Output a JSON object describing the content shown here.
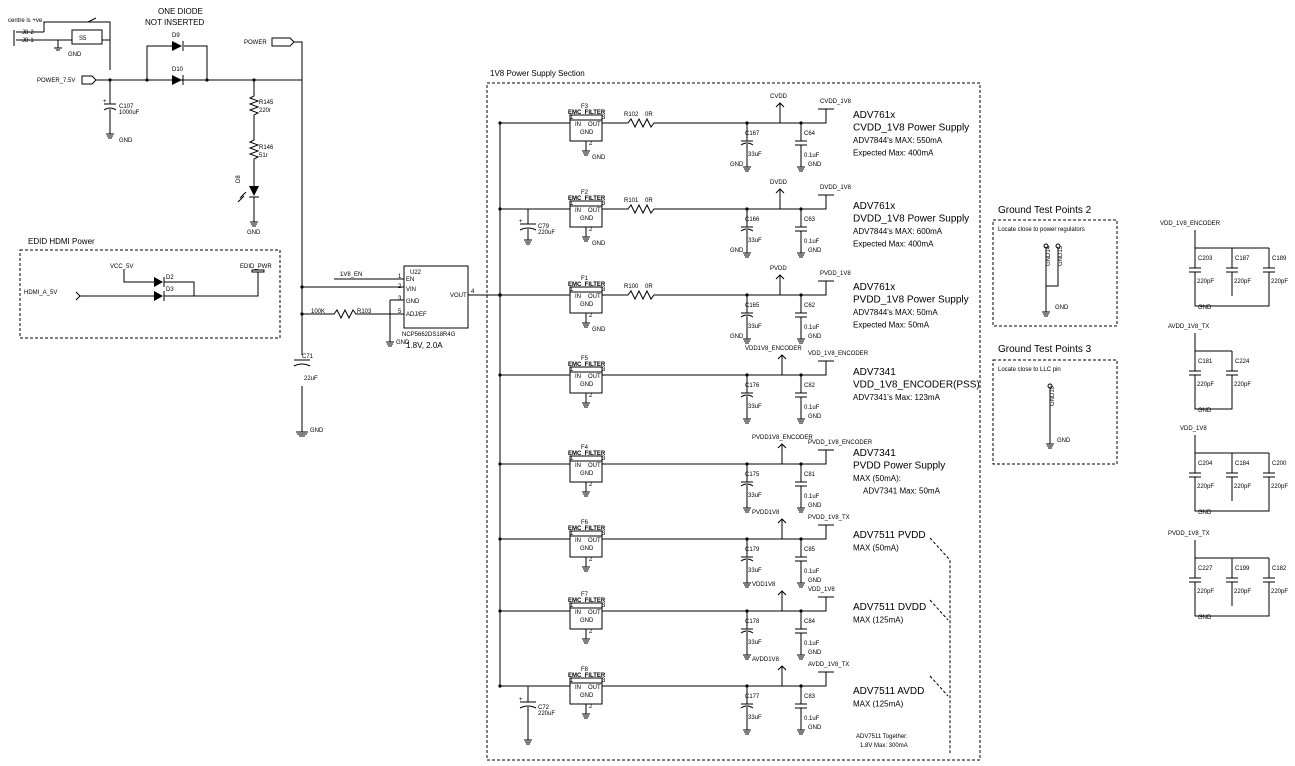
{
  "top_left": {
    "jack": {
      "label": "centre is +ve",
      "pins": [
        "J8-2",
        "J8-1"
      ],
      "switch": "S5",
      "gnd": "GND"
    },
    "note_line1": "ONE DIODE",
    "note_line2": "NOT INSERTED",
    "d9": "D9",
    "d10": "D10",
    "power_75v": "POWER_7.5V",
    "c107": "C107",
    "c107_val": "1000uF",
    "c107_gnd": "GND",
    "power_flag": "POWER",
    "r145": "R145",
    "r145_val": "220r",
    "r146": "R146",
    "r146_val": "51r",
    "d8": "D8",
    "led_gnd": "GND"
  },
  "edid": {
    "title": "EDID HDMI Power",
    "vcc": "VCC_5V",
    "d2": "D2",
    "d3": "D3",
    "hdmi": "HDMI_A_5V",
    "out": "EDID_PWR"
  },
  "regulator": {
    "ref": "U22",
    "part": "NCP5662DS18R4G",
    "rating": "1.8V, 2.0A",
    "pins": [
      {
        "num": "1",
        "name": "EN"
      },
      {
        "num": "2",
        "name": "VIN"
      },
      {
        "num": "3",
        "name": "GND"
      },
      {
        "num": "5",
        "name": "ADJ/EF"
      }
    ],
    "vout_name": "VOUT",
    "vout_num": "4",
    "en_net": "1V8_EN",
    "r103": "R103",
    "r103_val": "100K",
    "gnd": "GND",
    "c71": "C71",
    "c71_val": "22uF",
    "c71_gnd": "GND"
  },
  "supply_section": {
    "title": "1V8 Power Supply Section",
    "c79": {
      "ref": "C79",
      "val": "220uF"
    },
    "c72": {
      "ref": "C72",
      "val": "220uF"
    },
    "filter_common": {
      "title": "EMC_FILTER",
      "in": "IN",
      "out": "OUT",
      "gnd": "GND",
      "pin1": "1",
      "pin2": "2",
      "pin3": "3"
    },
    "rows": [
      {
        "filter": "F3",
        "res": "R102",
        "res_val": "0R",
        "node": "CVDD",
        "flag": "CVDD_1V8",
        "cap_a": "C167",
        "cap_a_val": "33uF",
        "cap_b": "C64",
        "cap_b_val": "0.1uF",
        "gnd": "GND",
        "desc": [
          "ADV761x",
          "CVDD_1V8 Power Supply",
          "ADV7844's MAX: 550mA",
          "Expected Max: 400mA"
        ]
      },
      {
        "filter": "F2",
        "res": "R101",
        "res_val": "0R",
        "node": "DVDD",
        "flag": "DVDD_1V8",
        "cap_a": "C166",
        "cap_a_val": "33uF",
        "cap_b": "C63",
        "cap_b_val": "0.1uF",
        "gnd": "GND",
        "desc": [
          "ADV761x",
          "DVDD_1V8 Power Supply",
          "ADV7844's MAX: 600mA",
          "Expected Max: 400mA"
        ]
      },
      {
        "filter": "F1",
        "res": "R100",
        "res_val": "0R",
        "node": "PVDD",
        "flag": "PVDD_1V8",
        "cap_a": "C165",
        "cap_a_val": "33uF",
        "cap_b": "C62",
        "cap_b_val": "0.1uF",
        "gnd": "GND",
        "desc": [
          "ADV761x",
          "PVDD_1V8 Power Supply",
          "ADV7844's MAX: 50mA",
          "Expected Max: 50mA"
        ]
      },
      {
        "filter": "F5",
        "res": "",
        "res_val": "",
        "node": "VDD1V8_ENCODER",
        "flag": "VDD_1V8_ENCODER",
        "cap_a": "C176",
        "cap_a_val": "33uF",
        "cap_b": "C82",
        "cap_b_val": "0.1uF",
        "gnd": "GND",
        "desc": [
          "ADV7341",
          "VDD_1V8_ENCODER(PSS)",
          "ADV7341's Max: 123mA"
        ]
      },
      {
        "filter": "F4",
        "res": "",
        "res_val": "",
        "node": "PVDD1V8_ENCODER",
        "flag": "PVDD_1V8_ENCODER",
        "cap_a": "C175",
        "cap_a_val": "33uF",
        "cap_b": "C81",
        "cap_b_val": "0.1uF",
        "gnd": "GND",
        "desc": [
          "ADV7341",
          "PVDD Power Supply",
          "MAX (50mA):",
          "ADV7341 Max: 50mA"
        ]
      },
      {
        "filter": "F6",
        "res": "",
        "res_val": "",
        "node": "PVDD1V8",
        "flag": "PVDD_1V8_TX",
        "cap_a": "C179",
        "cap_a_val": "33uF",
        "cap_b": "C85",
        "cap_b_val": "0.1uF",
        "gnd": "GND",
        "desc": [
          "ADV7511 PVDD",
          "MAX (50mA)"
        ]
      },
      {
        "filter": "F7",
        "res": "",
        "res_val": "",
        "node": "VDD1V8",
        "flag": "VDD_1V8",
        "cap_a": "C178",
        "cap_a_val": "33uF",
        "cap_b": "C84",
        "cap_b_val": "0.1uF",
        "gnd": "GND",
        "desc": [
          "ADV7511 DVDD",
          "MAX (125mA)"
        ]
      },
      {
        "filter": "F8",
        "res": "",
        "res_val": "",
        "node": "AVDD1V8",
        "flag": "AVDD_1V8_TX",
        "cap_a": "C177",
        "cap_a_val": "33uF",
        "cap_b": "C83",
        "cap_b_val": "0.1uF",
        "gnd": "GND",
        "desc": [
          "ADV7511 AVDD",
          "MAX (125mA)"
        ]
      }
    ],
    "together_line1": "ADV7511 Together:",
    "together_line2": "1.8V  Max: 300mA"
  },
  "ground_tp2": {
    "title": "Ground Test Points 2",
    "note": "Locate close to power regulators",
    "tp_a": "GND14",
    "tp_b": "GND15",
    "gnd": "GND"
  },
  "ground_tp3": {
    "title": "Ground Test Points 3",
    "note": "Locate close to LLC pin",
    "tp": "GND10",
    "gnd": "GND"
  },
  "decoupling": [
    {
      "net": "VDD_1V8_ENCODER",
      "caps": [
        {
          "ref": "C203",
          "val": "220pF"
        },
        {
          "ref": "C187",
          "val": "220pF"
        },
        {
          "ref": "C189",
          "val": "220pF"
        }
      ],
      "gnd": "GND"
    },
    {
      "net": "AVDD_1V8_TX",
      "caps": [
        {
          "ref": "C181",
          "val": "220pF"
        },
        {
          "ref": "C224",
          "val": "220pF"
        }
      ],
      "gnd": "GND"
    },
    {
      "net": "VDD_1V8",
      "caps": [
        {
          "ref": "C204",
          "val": "220pF"
        },
        {
          "ref": "C184",
          "val": "220pF"
        },
        {
          "ref": "C200",
          "val": "220pF"
        }
      ],
      "gnd": "GND"
    },
    {
      "net": "PVDD_1V8_TX",
      "caps": [
        {
          "ref": "C227",
          "val": "220pF"
        },
        {
          "ref": "C199",
          "val": "220pF"
        },
        {
          "ref": "C182",
          "val": "220pF"
        }
      ],
      "gnd": "GND"
    }
  ]
}
